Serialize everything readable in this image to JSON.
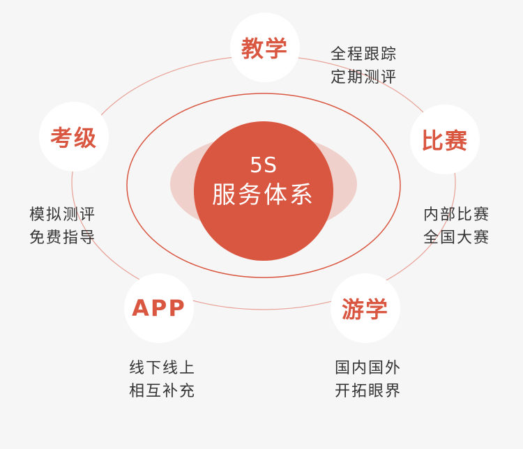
{
  "center": {
    "title": "5S",
    "subtitle": "服务体系"
  },
  "nodes": [
    {
      "id": "teaching",
      "label": "教学",
      "lines": [
        "全程跟踪",
        "定期测评"
      ]
    },
    {
      "id": "competition",
      "label": "比赛",
      "lines": [
        "内部比赛",
        "全国大赛"
      ]
    },
    {
      "id": "study-tour",
      "label": "游学",
      "lines": [
        "国内国外",
        "开拓眼界"
      ]
    },
    {
      "id": "app",
      "label": "APP",
      "lines": [
        "线下线上",
        "相互补充"
      ]
    },
    {
      "id": "exam",
      "label": "考级",
      "lines": [
        "模拟测评",
        "免费指导"
      ]
    }
  ],
  "colors": {
    "accent": "#d95640",
    "halo": "#f0d0ca",
    "ring": "#e8a095",
    "background": "#f6f6f6"
  }
}
